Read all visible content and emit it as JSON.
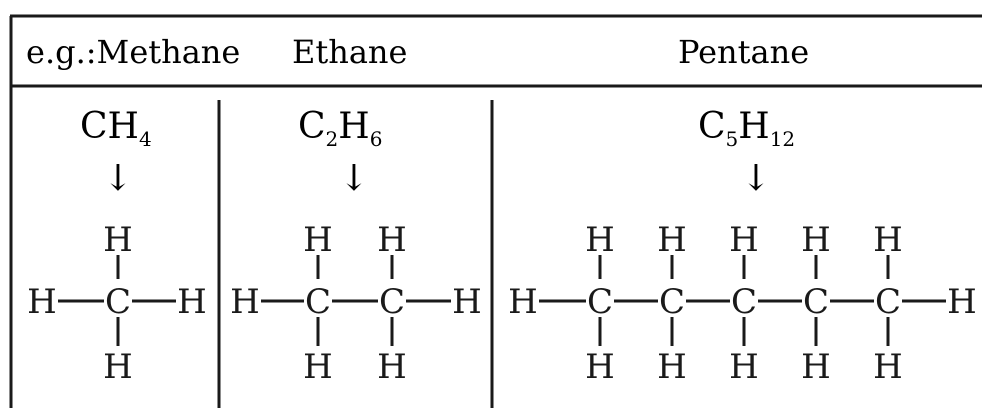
{
  "headers": {
    "eg_prefix": "e.g.:",
    "methane": "Methane",
    "ethane": "Ethane",
    "pentane": "Pentane"
  },
  "formulas": {
    "methane": {
      "c": "C",
      "h": "H",
      "h_sub": "4"
    },
    "ethane": {
      "c": "C",
      "c_sub": "2",
      "h": "H",
      "h_sub": "6"
    },
    "pentane": {
      "c": "C",
      "c_sub": "5",
      "h": "H",
      "h_sub": "12"
    }
  },
  "arrow": "↓",
  "atoms": {
    "carbon": "C",
    "hydrogen": "H"
  },
  "molecules": [
    {
      "name": "methane",
      "carbons": 1
    },
    {
      "name": "ethane",
      "carbons": 2
    },
    {
      "name": "pentane",
      "carbons": 5
    }
  ],
  "colors": {
    "ink": "#1a1a1a",
    "background": "#ffffff"
  }
}
